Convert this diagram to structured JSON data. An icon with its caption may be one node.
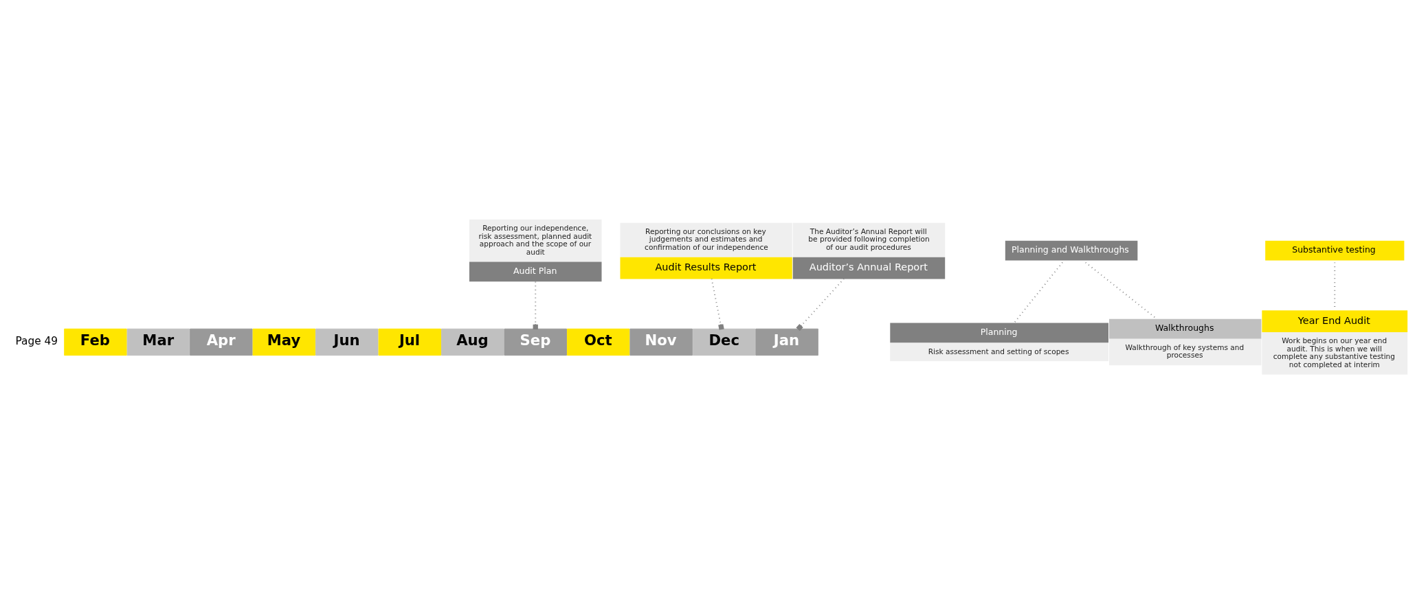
{
  "diagram": {
    "nodes": [
      {
        "text": [
          "Feb"
        ]
      },
      {
        "text": [
          "Mar"
        ]
      },
      {
        "text": [
          "Apr"
        ]
      },
      {
        "text": [
          "May"
        ]
      },
      {
        "text": [
          "Jun"
        ]
      },
      {
        "text": [
          "Jul"
        ]
      },
      {
        "text": [
          "Aug"
        ]
      },
      {
        "text": [
          "Sep"
        ]
      },
      {
        "text": [
          "Oct"
        ]
      },
      {
        "text": [
          "Nov"
        ]
      },
      {
        "text": [
          "Dec"
        ]
      },
      {
        "text": [
          "Jan"
        ]
      },
      {
        "text": [
          "Reporting our independence, risk assessment, planned audit approach and the scope of our audit",
          "Audit Plan"
        ]
      },
      {
        "text": [
          "Reporting our conclusions on key judgements and estimates and confirmation of our independence",
          "Audit Results Report"
        ]
      },
      {
        "text": [
          "The Auditor’s Annual Report will be provided following completion of our audit procedures",
          "Auditor’s Annual Report"
        ]
      },
      {
        "text": [
          "Planning and Walkthroughs"
        ]
      },
      {
        "text": [
          "Substantive testing"
        ]
      },
      {
        "text": [
          "Planning",
          "Risk assessment and setting of scopes"
        ]
      },
      {
        "text": [
          "Walkthroughs",
          "Walkthrough of key systems and processes"
        ]
      },
      {
        "text": [
          "Year End Audit",
          "Work begins on our year end audit. This is when we will complete any substantive testing not completed at interim"
        ]
      }
    ],
    "edges": [
      {
        "from": 12,
        "to": 7,
        "arrow": "other",
        "style": "dashed"
      },
      {
        "from": 13,
        "to": 10,
        "arrow": "other",
        "style": "dashed"
      },
      {
        "from": 14,
        "to": 11,
        "arrow": "other",
        "style": "dashed"
      },
      {
        "from": 15,
        "to": 17,
        "arrow": "none",
        "style": "dashed"
      },
      {
        "from": 15,
        "to": 18,
        "arrow": "none",
        "style": "dashed"
      },
      {
        "from": 16,
        "to": 19,
        "arrow": "none",
        "style": "dashed"
      }
    ],
    "labels": [
      "Page 49"
    ]
  }
}
